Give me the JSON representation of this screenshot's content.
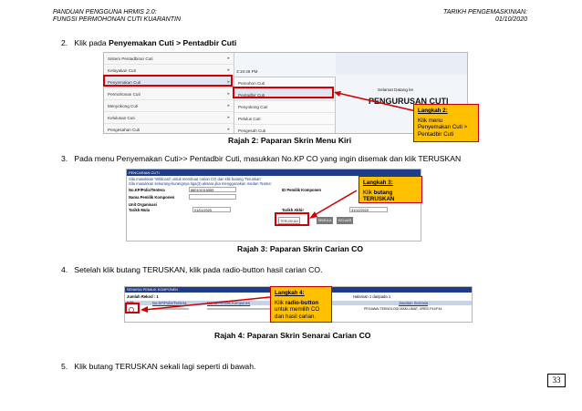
{
  "header": {
    "left_line1": "PANDUAN PENGGUNA HRMIS 2.0:",
    "left_line2": "FUNGSI PERMOHONAN CUTI KUARANTIN",
    "right_line1": "TARIKH PENGEMASKINIAN:",
    "right_line2": "01/10/2020"
  },
  "steps": {
    "s2_num": "2.",
    "s2_text": "Klik pada ",
    "s2_bold": "Penyemakan Cuti > Pentadbir Cuti",
    "s3_num": "3.",
    "s3_text": "Pada menu Penyemakan Cuti>> Pentadbir Cuti, masukkan No.KP CO yang ingin disemak dan klik TERUSKAN",
    "s4_num": "4.",
    "s4_text": "Setelah klik butang TERUSKAN, klik pada radio-button hasil carian CO.",
    "s5_num": "5.",
    "s5_text": "Klik butang TERUSKAN sekali lagi seperti di bawah."
  },
  "captions": {
    "fig2": "Rajah 2: Paparan Skrin Menu Kiri",
    "fig3": "Rajah 3: Paparan Skrin Carian CO",
    "fig4": "Rajah 4: Paparan Skrin Senarai Carian CO"
  },
  "fig2": {
    "left_menu": [
      "Sistem Pentadbiran Cuti",
      "Kelayakan Cuti",
      "Penyemakan Cuti",
      "Permohonan Cuti",
      "Menyokong Cuti",
      "Kelulusan Cuti",
      "Pengesahan Cuti"
    ],
    "sub_menu": [
      "Pemohon Cuti",
      "Pentadbir Cuti",
      "Penyokong Cuti",
      "Pelulus Cuti",
      "Pengesah Cuti"
    ],
    "time": "3:19:46 PM",
    "welcome": "Selamat Datang ke",
    "banner": "PENGURUSAN CUTI",
    "callout_title": "Langkah 2:",
    "callout_text": "Klik menu Penyemakan Cuti > Pentadbir Cuti"
  },
  "fig3": {
    "bar_title": "PENCARIAN CUTI",
    "intro1": "Sila masukkan 'Wildcard' untuk membuat carian CO dan klik butang 'Teruskan'",
    "intro2": "Sila masukkan sekurang-kurangnya tiga(3) aksara jika menggunakan medan 'Nama'",
    "labels": [
      "No.KP/Polis/Tentera",
      "Nama Pemilik Komponen",
      "Unit Organisasi",
      "Tarikh Mula"
    ],
    "label_right1": "ID Pemilik Komponen",
    "label_right2": "Tarikh Akhir",
    "kp_value": "880101015555",
    "date_start": "01/01/2020",
    "date_end": "31/12/2020",
    "btn_teruskan": "TERUSKAN",
    "btn_semula": "SEMULA",
    "btn_keluar": "KELUAR",
    "callout_title": "Langkah 3:",
    "callout_text_pre": "Klik ",
    "callout_text_bold": "butang TERUSKAN"
  },
  "fig4": {
    "bar_title": "SENARAI PEMILIK KOMPONEN",
    "jumlah": "Jumlah Rekod : 1",
    "halaman": "Halaman 1 daripada 1",
    "cols": [
      "Pilih",
      "No.KP/Polis/Tentera",
      "Nama Pemilik Komponen",
      "Jawatan Semasa"
    ],
    "row_jawatan": "PEGAWAI TEKNOLOGI MAKLUMAT, GRED F41/F44",
    "callout_title": "Langkah 4:",
    "callout_pre": "Klik ",
    "callout_bold": "radio-button",
    "callout_post": " untuk memilih CO dan hasil carian."
  },
  "page_number": "33",
  "colors": {
    "callout": "#ffc000",
    "highlight": "#d00000",
    "bar_navy": "#1f3c88"
  }
}
